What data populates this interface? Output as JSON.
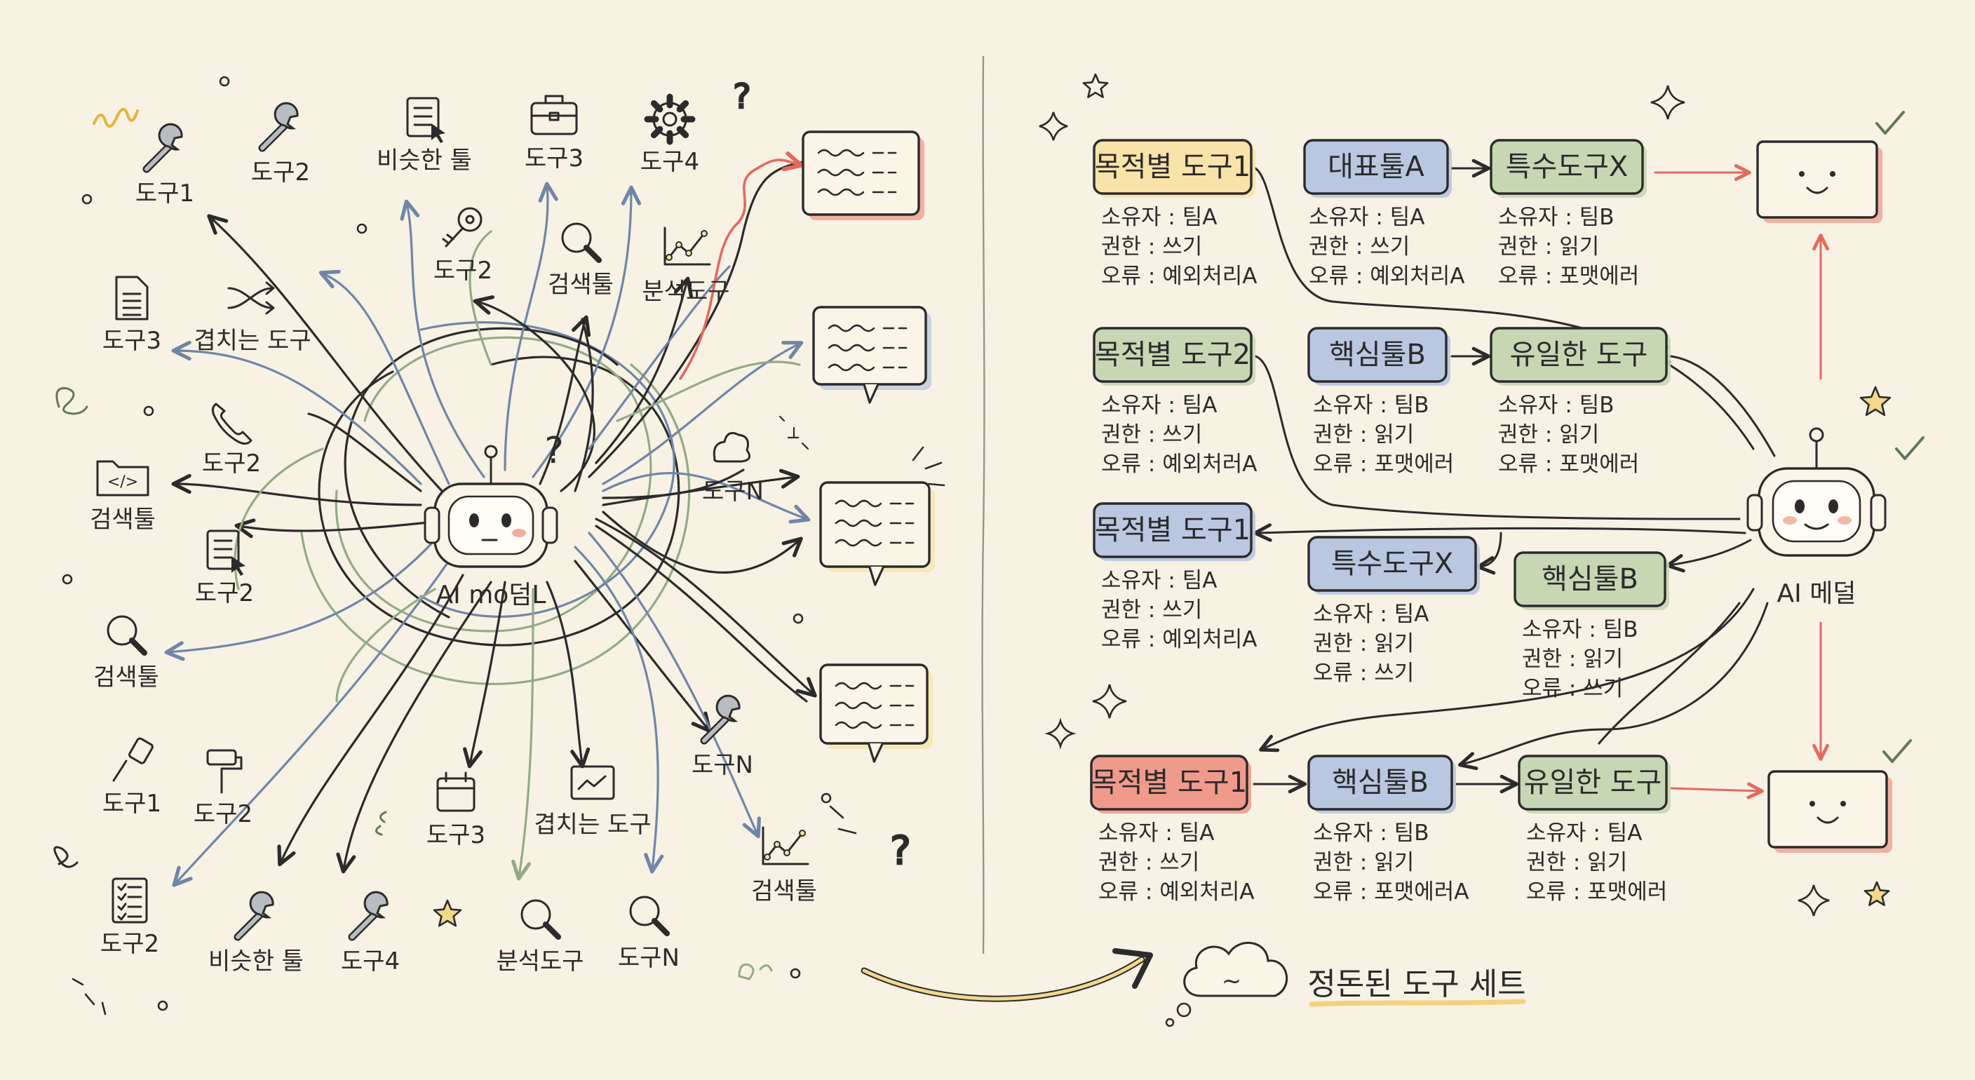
{
  "colors": {
    "background": "#f8f2e4",
    "ink": "#2b2b2b",
    "blue": "#6f86a8",
    "green": "#93ab85",
    "red": "#e46a5e",
    "yellow_fill": "#f8e3a8",
    "blue_fill": "#b9c7e0",
    "green_fill": "#c7d7b4",
    "red_fill": "#f09a8c",
    "paper_fill": "#fbf5e8"
  },
  "left": {
    "model_label": "AI mo덤L",
    "robot_mark": "?",
    "tools": [
      {
        "label": "도구1",
        "icon": "wrench-icon"
      },
      {
        "label": "도구2",
        "icon": "wrench-icon"
      },
      {
        "label": "비슷한 툴",
        "icon": "document-cursor-icon"
      },
      {
        "label": "도구3",
        "icon": "briefcase-icon"
      },
      {
        "label": "도구4",
        "icon": "gear-icon"
      },
      {
        "label": "도구2",
        "icon": "key-icon"
      },
      {
        "label": "검색툴",
        "icon": "magnifier-icon"
      },
      {
        "label": "분석도구",
        "icon": "line-chart-icon"
      },
      {
        "label": "도구3",
        "icon": "document-icon"
      },
      {
        "label": "겹치는 도구",
        "icon": "shuffle-icon"
      },
      {
        "label": "도구2",
        "icon": "phone-icon"
      },
      {
        "label": "검색툴",
        "icon": "code-folder-icon"
      },
      {
        "label": "도구2",
        "icon": "document-cursor-icon"
      },
      {
        "label": "도구N",
        "icon": "blob-icon"
      },
      {
        "label": "검색툴",
        "icon": "magnifier-icon"
      },
      {
        "label": "도구1",
        "icon": "brush-icon"
      },
      {
        "label": "도구2",
        "icon": "roller-icon"
      },
      {
        "label": "도구3",
        "icon": "calendar-icon"
      },
      {
        "label": "겹치는 도구",
        "icon": "chart-board-icon"
      },
      {
        "label": "도구N",
        "icon": "wrench-icon"
      },
      {
        "label": "검색툴",
        "icon": "line-chart-icon"
      },
      {
        "label": "도구2",
        "icon": "checklist-icon"
      },
      {
        "label": "비슷한 툴",
        "icon": "wrench-icon"
      },
      {
        "label": "도구4",
        "icon": "wrench-icon"
      },
      {
        "label": "분석도구",
        "icon": "magnifier-icon"
      },
      {
        "label": "도구N",
        "icon": "magnifier-icon"
      }
    ]
  },
  "right": {
    "model_label": "AI 메덜",
    "rows": [
      {
        "nodes": [
          {
            "name": "목적별 도구1",
            "color": "yellow",
            "meta": [
              "소유자 : 팀A",
              "권한 : 쓰기",
              "오류 : 예외처리A"
            ]
          },
          {
            "name": "대표툴A",
            "color": "blue",
            "meta": [
              "소유자 : 팀A",
              "권한 : 쓰기",
              "오류 : 예외처리A"
            ]
          },
          {
            "name": "특수도구X",
            "color": "green",
            "meta": [
              "소유자 : 팀B",
              "권한 : 읽기",
              "오류 : 포맷에러"
            ]
          }
        ]
      },
      {
        "nodes": [
          {
            "name": "목적별 도구2",
            "color": "green",
            "meta": [
              "소유자 : 팀A",
              "권한 : 쓰기",
              "오류 : 예외처러A"
            ]
          },
          {
            "name": "핵심툴B",
            "color": "blue",
            "meta": [
              "소유자 : 팀B",
              "권한 : 읽기",
              "오류 : 포맷에러"
            ]
          },
          {
            "name": "유일한 도구",
            "color": "green",
            "meta": [
              "소유자 : 팀B",
              "권한 : 읽기",
              "오류 : 포맷에러"
            ]
          }
        ]
      },
      {
        "nodes": [
          {
            "name": "목적별 도구1",
            "color": "blue",
            "meta": [
              "소유자 : 팀A",
              "권한 : 쓰기",
              "오류 : 예외처리A"
            ]
          },
          {
            "name": "특수도구X",
            "color": "blue",
            "meta": [
              "소유자 : 팀A",
              "권한 : 읽기",
              "오류 : 쓰기"
            ]
          },
          {
            "name": "핵심툴B",
            "color": "green",
            "meta": [
              "소유자 : 팀B",
              "권한 : 읽기",
              "오류 : 쓰기"
            ]
          }
        ]
      },
      {
        "nodes": [
          {
            "name": "목적별 도구1",
            "color": "red",
            "meta": [
              "소유자 : 팀A",
              "권한 : 쓰기",
              "오류 : 예외처리A"
            ]
          },
          {
            "name": "핵심툴B",
            "color": "blue",
            "meta": [
              "소유자 : 팀B",
              "권한 : 읽기",
              "오류 : 포맷에러A"
            ]
          },
          {
            "name": "유일한 도구",
            "color": "green",
            "meta": [
              "소유자 : 팀A",
              "권한 : 읽기",
              "오류 : 포맷에러"
            ]
          }
        ]
      }
    ],
    "caption": "정돈된 도구 세트",
    "caption_cloud_mark": "~"
  }
}
